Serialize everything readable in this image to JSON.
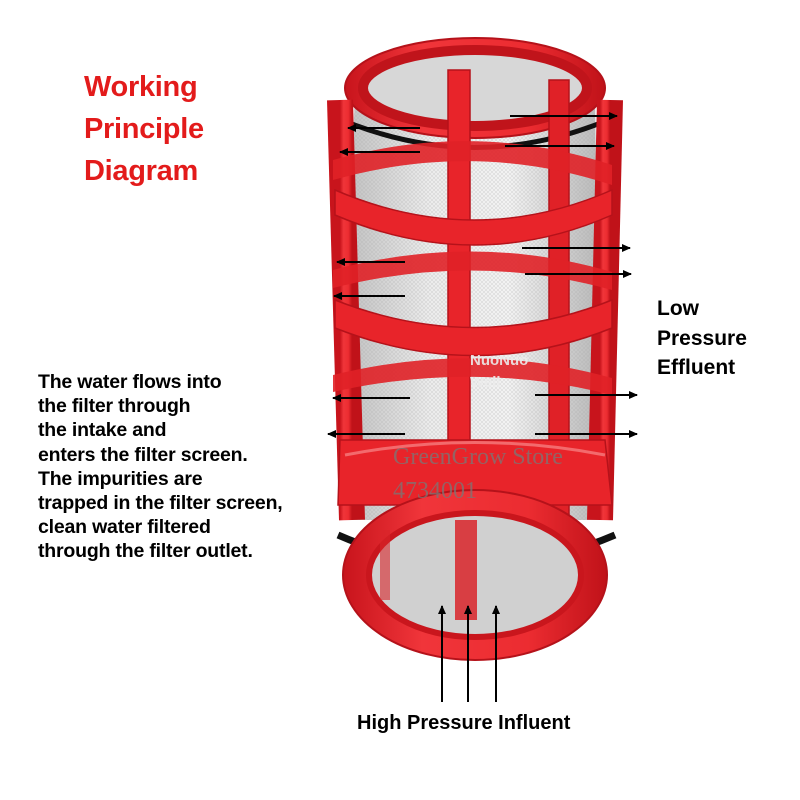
{
  "diagram": {
    "title_lines": [
      "Working",
      "Principle",
      "Diagram"
    ],
    "description_lines": [
      "The water flows into",
      "the filter through",
      "the intake and",
      "enters the filter screen.",
      "The impurities are",
      "trapped in the filter screen,",
      "clean water filtered",
      "through the filter outlet."
    ],
    "low_pressure_lines": [
      "Low",
      "Pressure",
      "Effluent"
    ],
    "high_pressure_label": "High Pressure Influent",
    "watermark": {
      "store": "GreenGrow Store",
      "code": "4734001",
      "brand_lines": [
        "NuoNuo",
        "Well"
      ]
    }
  },
  "colors": {
    "title": "#e31b1b",
    "frame_red": "#e8242a",
    "frame_dark": "#b5121a",
    "mesh": "#d9d9d9",
    "oring": "#111111",
    "text": "#000000"
  },
  "icons": {
    "flow_arrow": "arrow-icon"
  }
}
